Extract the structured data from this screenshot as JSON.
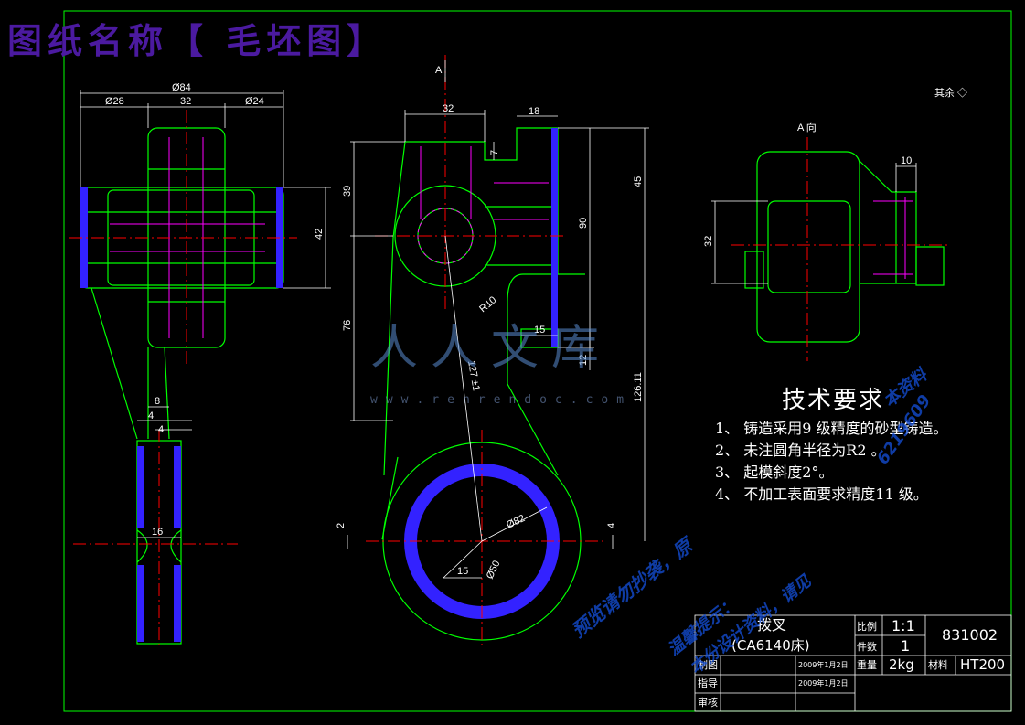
{
  "banner": {
    "title": "图纸名称【 毛坯图】"
  },
  "views": {
    "arrow_label": "A",
    "view_a_label": "A 向",
    "roughness_note": "其余 ◇"
  },
  "dimensions": {
    "d84": "Ø84",
    "d28": "Ø28",
    "w32_left": "32",
    "d24": "Ø24",
    "h42": "42",
    "w8": "8",
    "w4a": "4",
    "w4b": "4",
    "w16": "16",
    "w32_top": "32",
    "w18": "18",
    "h7": "7",
    "h39": "39",
    "h45": "45",
    "h90": "90",
    "r10": "R10",
    "h76": "76",
    "w15a": "15",
    "h12": "12",
    "h127": "127 ±1",
    "h126": "126.11",
    "h2": "2",
    "h4r": "4",
    "d82": "Ø82",
    "d50": "Ø50",
    "w15b": "15",
    "w10": "10",
    "h32": "32"
  },
  "tech": {
    "title": "技术要求",
    "items": [
      "1、 铸造采用9 级精度的砂型铸造。",
      "2、 未注圆角半径为R2 。",
      "3、 起模斜度2°。",
      "4、 不加工表面要求精度11 级。"
    ]
  },
  "title_block": {
    "part_name": "拨叉",
    "machine": "(CA6140床)",
    "scale_label": "比例",
    "scale_value": "1:1",
    "qty_label": "件数",
    "qty_value": "1",
    "drawing_no": "831002",
    "drawn_label": "制图",
    "drawn_date": "2009年1月2日",
    "checked_label": "指导",
    "checked_date": "2009年1月2日",
    "approved_label": "审核",
    "weight_label": "重量",
    "weight_value": "2kg",
    "material_label": "材料",
    "material_value": "HT200"
  },
  "watermarks": {
    "line1": "预览请勿抄袭，原",
    "line2": "温馨提示：",
    "line3": "本份设计资料，请见",
    "logo_text": "人人文库",
    "logo_url": "www.renrendoc.com",
    "right1": "本资料",
    "right2": "6219609"
  },
  "colors": {
    "outline": "#00ff00",
    "center": "#ff0000",
    "hidden": "#ff00ff",
    "fill": "#3322ff"
  }
}
